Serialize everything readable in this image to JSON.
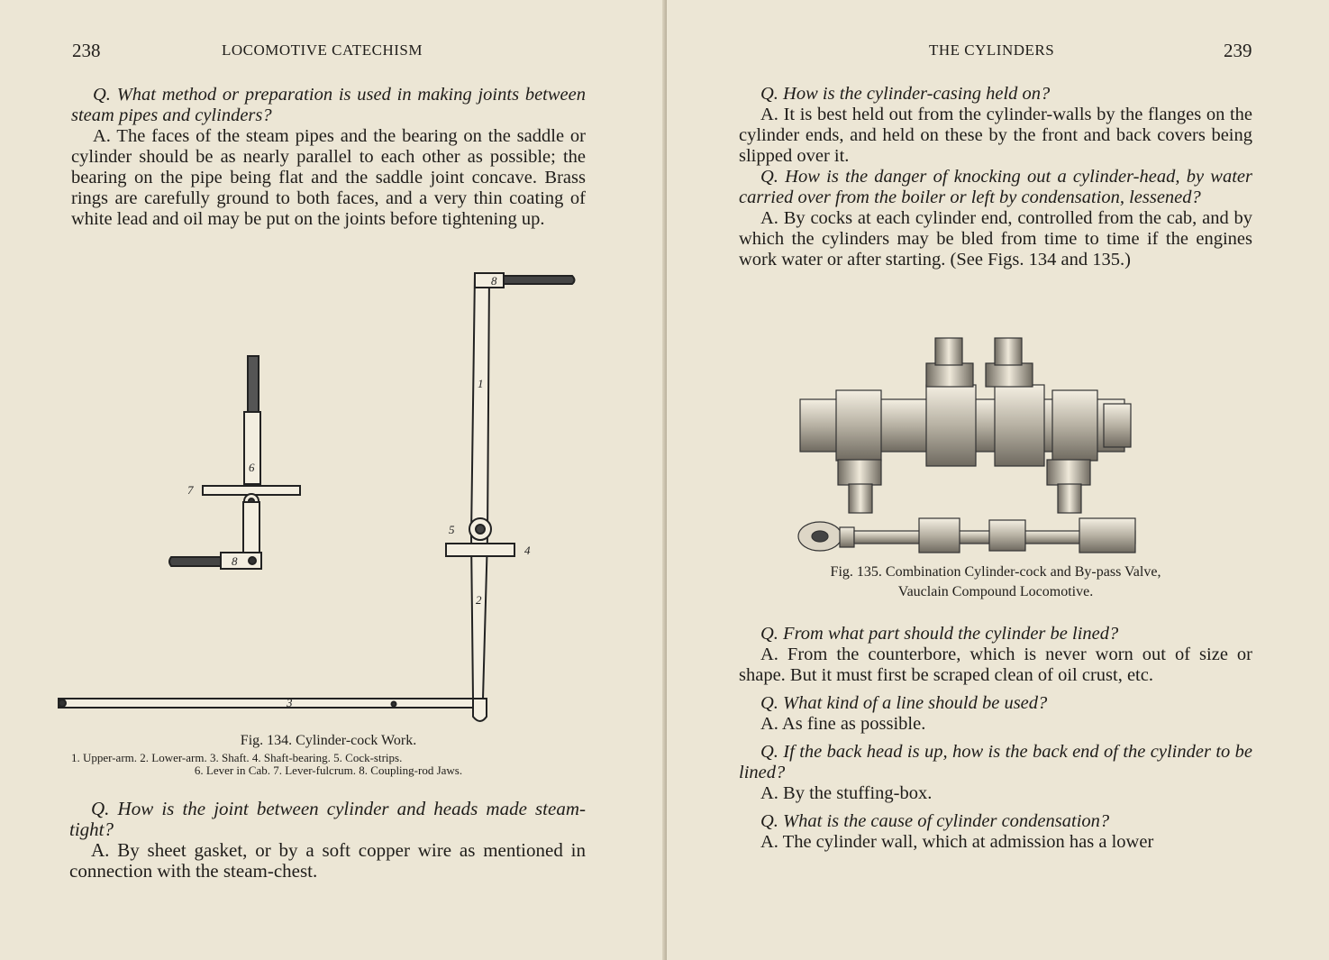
{
  "left_page": {
    "page_number": "238",
    "running_head": "LOCOMOTIVE CATECHISM",
    "paragraphs": [
      {
        "type": "q",
        "text": "Q. What method or preparation is used in making joints between steam pipes and cylinders?"
      },
      {
        "type": "a",
        "text": "A. The faces of the steam pipes and the bearing on the saddle or cylinder should be as nearly parallel to each other as possible; the bearing on the pipe being flat and the saddle joint concave. Brass rings are carefully ground to both faces, and a very thin coating of white lead and oil may be put on the joints before tightening up."
      }
    ],
    "figure": {
      "caption": "Fig. 134.  Cylinder-cock Work.",
      "legend_line1": "1. Upper-arm.  2. Lower-arm.  3. Shaft.  4. Shaft-bearing.  5. Cock-strips.",
      "legend_line2": "6. Lever in Cab.  7. Lever-fulcrum.  8. Coupling-rod Jaws.",
      "labels": {
        "n1": "1",
        "n2": "2",
        "n3": "3",
        "n4": "4",
        "n5": "5",
        "n6": "6",
        "n7": "7",
        "n8a": "8",
        "n8b": "8"
      }
    },
    "paragraphs_after": [
      {
        "type": "q",
        "text": "Q. How is the joint between cylinder and heads made steam-tight?"
      },
      {
        "type": "a",
        "text": "A. By sheet gasket, or by a soft copper wire as mentioned in connection with the steam-chest."
      }
    ]
  },
  "right_page": {
    "page_number": "239",
    "running_head": "THE CYLINDERS",
    "paragraphs": [
      {
        "type": "q",
        "text": "Q. How is the cylinder-casing held on?"
      },
      {
        "type": "a",
        "text": "A. It is best held out from the cylinder-walls by the flanges on the cylinder ends, and held on these by the front and back covers being slipped over it."
      },
      {
        "type": "q",
        "text": "Q. How is the danger of knocking out a cylinder-head, by water carried over from the boiler or left by condensation, lessened?"
      },
      {
        "type": "a",
        "text": "A. By cocks at each cylinder end, controlled from the cab, and by which the cylinders may be bled from time to time if the engines work water or after starting. (See Figs. 134 and 135.)"
      }
    ],
    "figure": {
      "caption_line1": "Fig. 135.  Combination Cylinder-cock and By-pass Valve,",
      "caption_line2": "Vauclain Compound Locomotive."
    },
    "paragraphs_after": [
      {
        "type": "q",
        "text": "Q. From what part should the cylinder be lined?"
      },
      {
        "type": "a",
        "text": "A. From the counterbore, which is never worn out of size or shape. But it must first be scraped clean of oil crust, etc."
      },
      {
        "type": "q",
        "text": "Q. What kind of a line should be used?"
      },
      {
        "type": "a",
        "text": "A. As fine as possible."
      },
      {
        "type": "q",
        "text": "Q. If the back head is up, how is the back end of the cylinder to be lined?"
      },
      {
        "type": "a",
        "text": "A. By the stuffing-box."
      },
      {
        "type": "q",
        "text": "Q. What is the cause of cylinder condensation?"
      },
      {
        "type": "a",
        "text": "A. The cylinder wall, which at admission has a lower"
      }
    ]
  }
}
